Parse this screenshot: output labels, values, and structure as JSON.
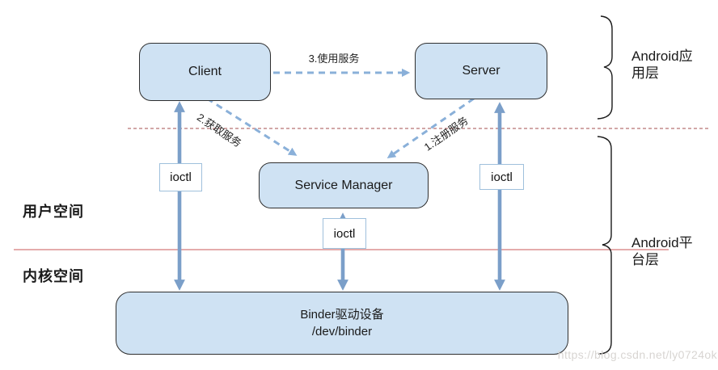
{
  "diagram": {
    "nodes": {
      "client": "Client",
      "server": "Server",
      "service_manager": "Service Manager",
      "binder": {
        "line1": "Binder驱动设备",
        "line2": "/dev/binder"
      }
    },
    "ioctl_label": "ioctl",
    "arrow_labels": {
      "use_service": "3.使用服务",
      "get_service": "2.获取服务",
      "register_service": "1.注册服务"
    },
    "region_labels": {
      "user_space": "用户空间",
      "kernel_space": "内核空间"
    },
    "layer_labels": {
      "app_line1": "Android应",
      "app_line2": "用层",
      "platform_line1": "Android平",
      "platform_line2": "台层"
    },
    "watermark": "https://blog.csdn.net/ly0724ok",
    "colors": {
      "node_fill": "#cfe2f3",
      "node_border": "#2f2f2f",
      "solid_arrow": "#7b9fc9",
      "dashed_arrow": "#8ab0d9",
      "boundary_dashed_line": "#c48a8a",
      "boundary_solid_line": "#dc9191",
      "ioctl_border": "#9fc0dc",
      "watermark_text": "#d8d5d2"
    }
  }
}
